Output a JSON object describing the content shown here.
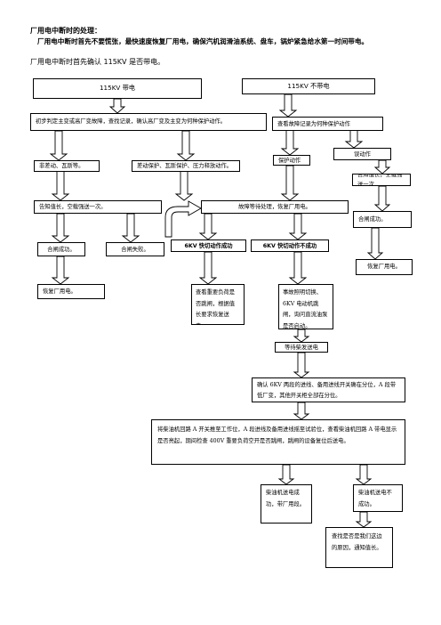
{
  "header": {
    "title": "厂用电中断时的处理：",
    "principle": "厂用电中断时首先不要慌张，最快速度恢复厂用电，确保汽机润滑油系统、盘车，锅炉紧急给水第一时间带电。",
    "confirm": "厂用电中断时首先确认 115KV 是否带电。"
  },
  "boxes": {
    "v115_on": "115KV 带电",
    "v115_off": "115KV 不带电",
    "initial_check": "初步判定主变或高厂变故障，查找记录，确认高厂变及主变为何种保护动作。",
    "check_fault_record": "查看故障记录为何种保护动作",
    "non_diff": "非差动、瓦斯等。",
    "diff_prot": "差动保护、瓦斯保护、压力释放动作。",
    "prot_act": "保护动作",
    "misop": "误动作",
    "notify_left": "告知值长，空载强送一次。",
    "notify_right": "告知值长，空载强送一次",
    "fault_wait": "故障等待处理，恢复厂用电。",
    "close_ok_right": "合闸成功。",
    "close_ok_left": "合闸成功。",
    "close_fail": "合闸失败。",
    "sw6kv_ok": "6KV 快切动作成功",
    "sw6kv_fail": "6KV 快切动作不成功",
    "restore_right": "恢复厂用电。",
    "restore_left": "恢复厂用电。",
    "check_loads": "查看重要负荷是否跳闸，根据值长要求恢复送电。",
    "accident": "事故照明切换、6KV 电动机跳闸，询问直流油泵是否启动。",
    "wait_diesel": "等待柴发送电",
    "confirm_6kv": "确认 6KV 两段的进线、备用进线开关确在分位，A 段带低厂变，其他开关柜全部在分位。",
    "diesel_ops": "将柴油机回路 A 开关推至工作位，A 段进线及备用进线摇至试验位，查看柴油机回路 A 带电显示是否亮起，期间检查 400V 重要负荷空开是否跳闸，跳闸的设备复位后送电。",
    "diesel_ok": "柴油机送电成功，带厂用段。",
    "diesel_fail": "柴油机送电不成功。",
    "diesel_fail_find": "查找是否是我们这边的原因，通知值长。"
  }
}
